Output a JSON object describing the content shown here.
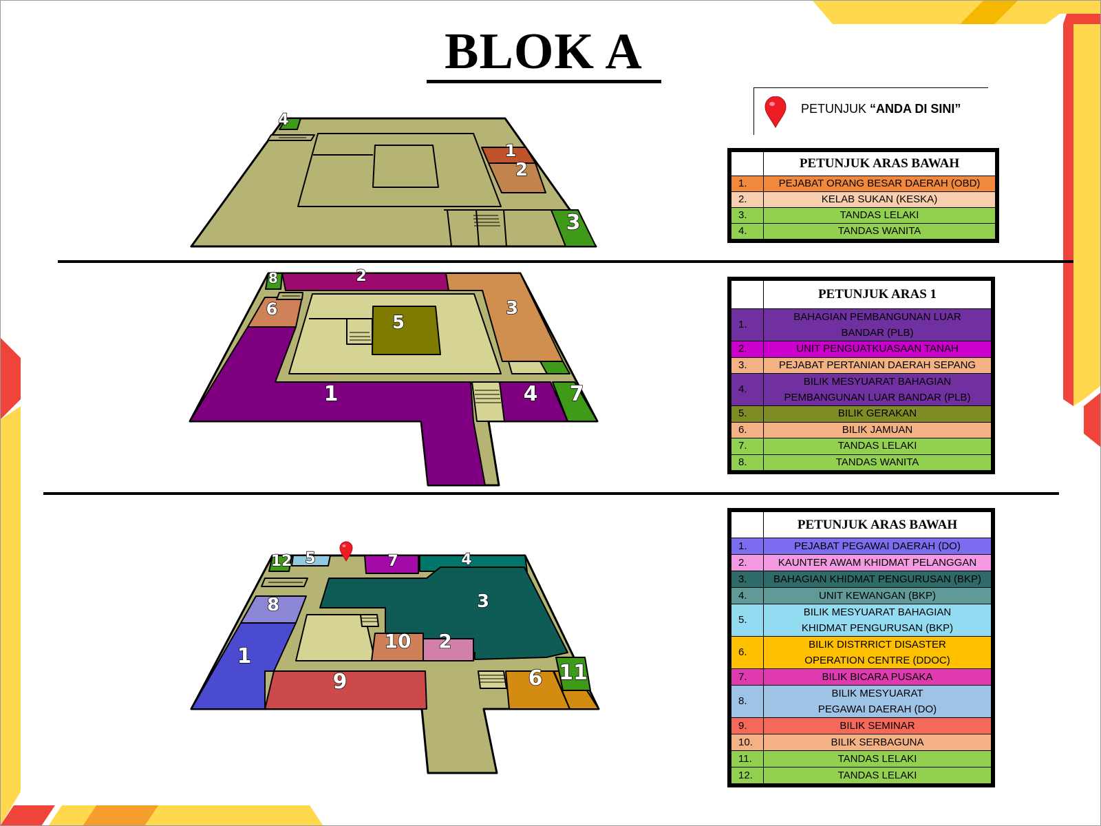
{
  "title": "BLOK A",
  "you_are_here": {
    "prefix": "PETUNJUK ",
    "emphasis": "“ANDA DI SINI”",
    "icon": "map-pin-icon",
    "color": "#ee1c25"
  },
  "legends": [
    {
      "heading": "PETUNJUK ARAS BAWAH",
      "rows": [
        {
          "num": "1.",
          "lines": [
            "PEJABAT ORANG BESAR DAERAH (OBD)"
          ],
          "color": "#f0883d"
        },
        {
          "num": "2.",
          "lines": [
            "KELAB SUKAN (KESKA)"
          ],
          "color": "#f7cfae"
        },
        {
          "num": "3.",
          "lines": [
            "TANDAS LELAKI"
          ],
          "color": "#92d050"
        },
        {
          "num": "4.",
          "lines": [
            "TANDAS WANITA"
          ],
          "color": "#92d050"
        }
      ]
    },
    {
      "heading": "PETUNJUK ARAS 1",
      "rows": [
        {
          "num": "1.",
          "lines": [
            "BAHAGIAN PEMBANGUNAN LUAR",
            "BANDAR (PLB)"
          ],
          "color": "#7030a0"
        },
        {
          "num": "2.",
          "lines": [
            "UNIT PENGUATKUASAAN TANAH"
          ],
          "color": "#cc00cc"
        },
        {
          "num": "3.",
          "lines": [
            "PEJABAT PERTANIAN DAERAH SEPANG"
          ],
          "color": "#f4b183"
        },
        {
          "num": "4.",
          "lines": [
            "BILIK MESYUARAT BAHAGIAN",
            "PEMBANGUNAN LUAR BANDAR (PLB)"
          ],
          "color": "#7030a0"
        },
        {
          "num": "5.",
          "lines": [
            "BILIK GERAKAN"
          ],
          "color": "#7f8b25"
        },
        {
          "num": "6.",
          "lines": [
            "BILIK JAMUAN"
          ],
          "color": "#f4b183"
        },
        {
          "num": "7.",
          "lines": [
            "TANDAS LELAKI"
          ],
          "color": "#92d050"
        },
        {
          "num": "8.",
          "lines": [
            "TANDAS WANITA"
          ],
          "color": "#92d050"
        }
      ]
    },
    {
      "heading": "PETUNJUK ARAS BAWAH",
      "rows": [
        {
          "num": "1.",
          "lines": [
            "PEJABAT PEGAWAI DAERAH (DO)"
          ],
          "color": "#7b6cf0"
        },
        {
          "num": "2.",
          "lines": [
            "KAUNTER AWAM KHIDMAT PELANGGAN"
          ],
          "color": "#f49ae2"
        },
        {
          "num": "3.",
          "lines": [
            "BAHAGIAN KHIDMAT PENGURUSAN (BKP)"
          ],
          "color": "#2e6b68"
        },
        {
          "num": "4.",
          "lines": [
            "UNIT KEWANGAN (BKP)"
          ],
          "color": "#5f9a98"
        },
        {
          "num": "5.",
          "lines": [
            "BILIK MESYUARAT BAHAGIAN",
            "KHIDMAT PENGURUSAN (BKP)"
          ],
          "color": "#92dbf0"
        },
        {
          "num": "6.",
          "lines": [
            "BILIK DISTRRICT DISASTER",
            "OPERATION CENTRE (DDOC)"
          ],
          "color": "#ffc000"
        },
        {
          "num": "7.",
          "lines": [
            "BILIK BICARA PUSAKA"
          ],
          "color": "#e03ab0"
        },
        {
          "num": "8.",
          "lines": [
            "BILIK MESYUARAT",
            "PEGAWAI DAERAH (DO)"
          ],
          "color": "#9dc3e6"
        },
        {
          "num": "9.",
          "lines": [
            "BILIK SEMINAR"
          ],
          "color": "#f4695a"
        },
        {
          "num": "10.",
          "lines": [
            "BILIK SERBAGUNA"
          ],
          "color": "#f4b183"
        },
        {
          "num": "11.",
          "lines": [
            "TANDAS LELAKI"
          ],
          "color": "#92d050"
        },
        {
          "num": "12.",
          "lines": [
            "TANDAS LELAKI"
          ],
          "color": "#92d050"
        }
      ]
    }
  ],
  "plans": [
    {
      "name": "top-floor",
      "labels": [
        "1",
        "2",
        "3",
        "4"
      ]
    },
    {
      "name": "level-1",
      "labels": [
        "1",
        "2",
        "3",
        "4",
        "5",
        "6",
        "7",
        "8"
      ]
    },
    {
      "name": "ground-floor",
      "labels": [
        "1",
        "2",
        "3",
        "4",
        "5",
        "6",
        "7",
        "8",
        "9",
        "10",
        "11",
        "12"
      ]
    }
  ],
  "colors": {
    "floor_base": "#b5b474",
    "floor_inner": "#d6d494",
    "accent_yellow": "#ffd84d",
    "accent_red": "#f0433a"
  }
}
